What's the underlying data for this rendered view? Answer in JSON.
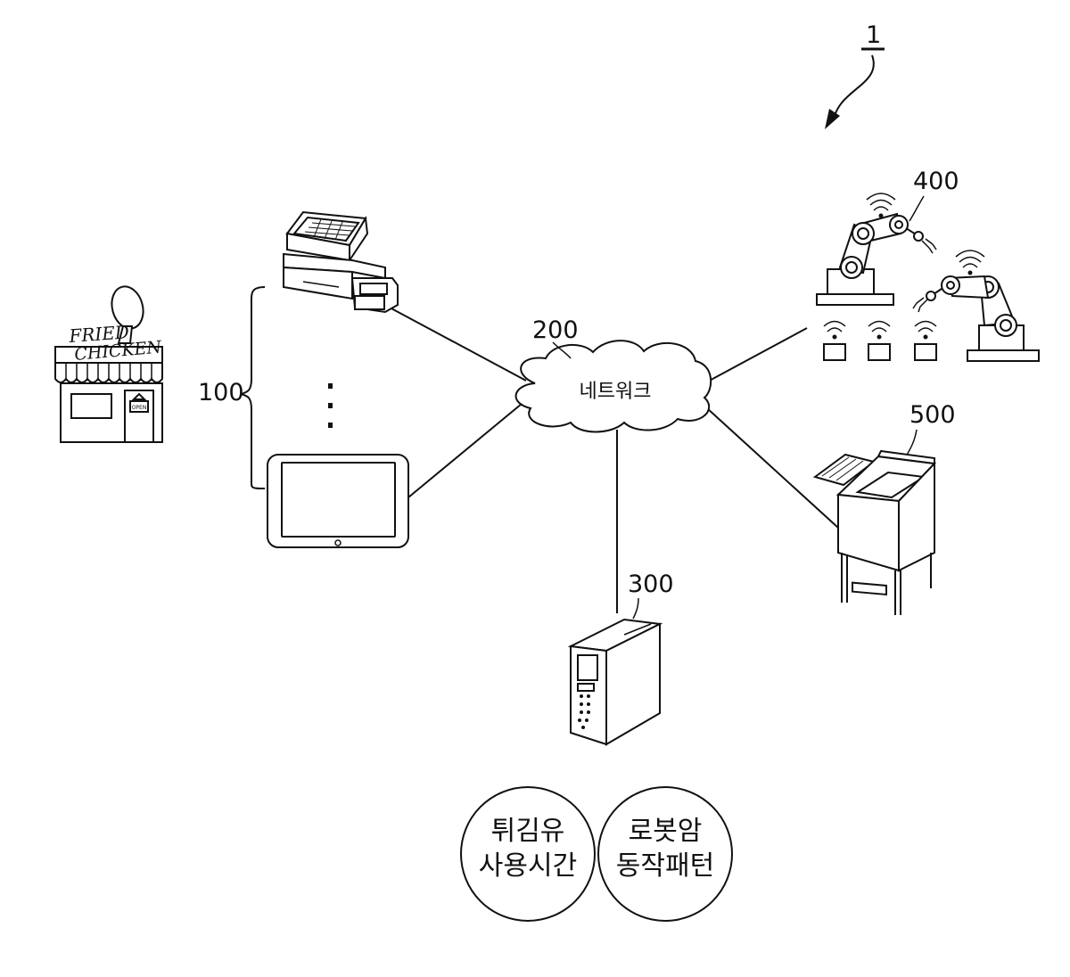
{
  "figure_ref": "1",
  "nodes": {
    "terminals": {
      "ref": "100"
    },
    "network": {
      "ref": "200",
      "label": "네트워크"
    },
    "server": {
      "ref": "300"
    },
    "robots": {
      "ref": "400"
    },
    "fryer": {
      "ref": "500"
    }
  },
  "store": {
    "sign_line1": "FRIED",
    "sign_line2": "CHICKEN",
    "door_sign": "OPEN"
  },
  "venn": {
    "left": {
      "line1": "튀김유",
      "line2": "사용시간"
    },
    "right": {
      "line1": "로봇암",
      "line2": "동작패턴"
    }
  }
}
